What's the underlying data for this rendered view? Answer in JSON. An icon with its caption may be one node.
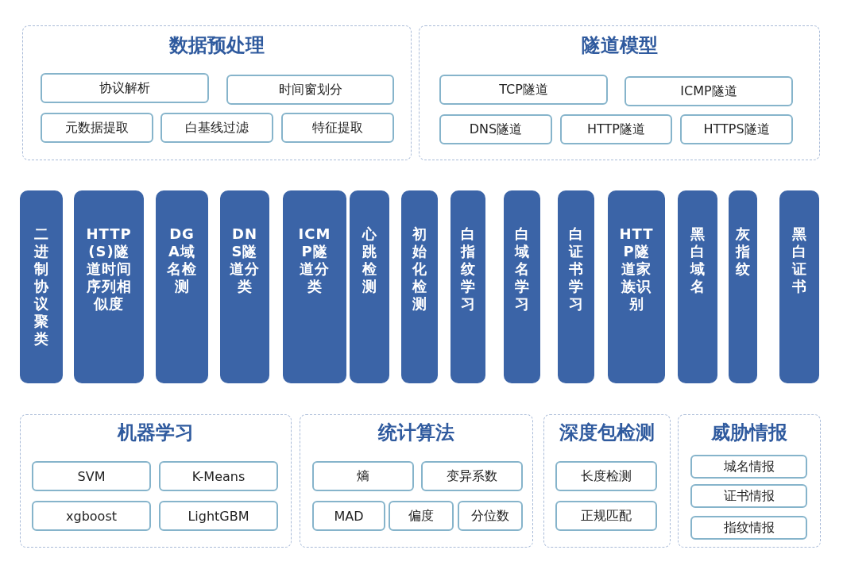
{
  "diagram": {
    "nodes": [
      {
        "text": [
          "数据预处理"
        ]
      },
      {
        "text": [
          "协议解析"
        ],
        "in": 0
      },
      {
        "text": [
          "时间窗划分"
        ],
        "in": 0
      },
      {
        "text": [
          "元数据提取"
        ],
        "in": 0
      },
      {
        "text": [
          "白基线过滤"
        ],
        "in": 0
      },
      {
        "text": [
          "特征提取"
        ],
        "in": 0
      },
      {
        "text": [
          "隧道模型"
        ]
      },
      {
        "text": [
          "TCP隧道"
        ],
        "in": 6
      },
      {
        "text": [
          "ICMP隧道"
        ],
        "in": 6
      },
      {
        "text": [
          "DNS隧道"
        ],
        "in": 6
      },
      {
        "text": [
          "HTTP隧道"
        ],
        "in": 6
      },
      {
        "text": [
          "HTTPS隧道"
        ],
        "in": 6
      },
      {
        "text": [
          "二进制协议聚类"
        ]
      },
      {
        "text": [
          "HTTP(S)隧道时间序列相似度"
        ]
      },
      {
        "text": [
          "DGA域名检测"
        ]
      },
      {
        "text": [
          "DNS隧道分类"
        ]
      },
      {
        "text": [
          "ICMP隧道分类"
        ]
      },
      {
        "text": [
          "心跳检测"
        ]
      },
      {
        "text": [
          "初始化检测"
        ]
      },
      {
        "text": [
          "白指纹学习"
        ]
      },
      {
        "text": [
          "白域名学习"
        ]
      },
      {
        "text": [
          "白证书学习"
        ]
      },
      {
        "text": [
          "HTTP隧道家族识别"
        ]
      },
      {
        "text": [
          "黑白域名"
        ]
      },
      {
        "text": [
          "灰指纹"
        ]
      },
      {
        "text": [
          "黑白证书"
        ]
      },
      {
        "text": [
          "机器学习"
        ]
      },
      {
        "text": [
          "SVM"
        ],
        "in": 26
      },
      {
        "text": [
          "K-Means"
        ],
        "in": 26
      },
      {
        "text": [
          "xgboost"
        ],
        "in": 26
      },
      {
        "text": [
          "LightGBM"
        ],
        "in": 26
      },
      {
        "text": [
          "统计算法"
        ]
      },
      {
        "text": [
          "熵"
        ],
        "in": 31
      },
      {
        "text": [
          "变异系数"
        ],
        "in": 31
      },
      {
        "text": [
          "MAD"
        ],
        "in": 31
      },
      {
        "text": [
          "偏度"
        ],
        "in": 31
      },
      {
        "text": [
          "分位数"
        ],
        "in": 31
      },
      {
        "text": [
          "深度包检测"
        ]
      },
      {
        "text": [
          "长度检测"
        ],
        "in": 37
      },
      {
        "text": [
          "正规匹配"
        ],
        "in": 37
      },
      {
        "text": [
          "威胁情报"
        ]
      },
      {
        "text": [
          "城名情报"
        ],
        "in": 40
      },
      {
        "text": [
          "证书情报"
        ],
        "in": 40
      },
      {
        "text": [
          "指纹情报"
        ],
        "in": 40
      }
    ],
    "edges": []
  }
}
